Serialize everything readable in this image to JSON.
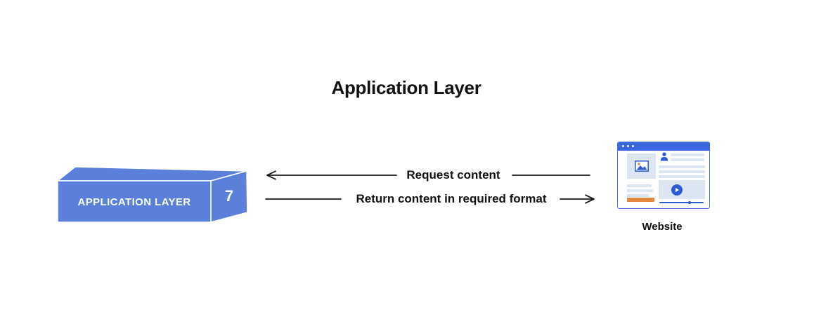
{
  "title": "Application Layer",
  "layer_box": {
    "label": "APPLICATION LAYER",
    "number": "7"
  },
  "arrows": {
    "request": {
      "label": "Request content",
      "direction": "left"
    },
    "return_format": {
      "label": "Return content in required format",
      "direction": "right"
    }
  },
  "website": {
    "label": "Website",
    "icons": {
      "window_dots": "window-dots-icon",
      "image": "image-icon",
      "user": "user-icon",
      "play": "play-icon"
    }
  },
  "colors": {
    "layer_box_blue": "#5B80DC",
    "box_edge_white": "#FFFFFF",
    "browser_header_blue": "#3A66E0",
    "browser_border_blue": "#4E7BE0",
    "icon_blue": "#2C59D6",
    "placeholder_blue": "#DCE6F3",
    "accent_orange": "#E2873C",
    "arrow_black": "#1A1A1A",
    "text_black": "#111111"
  }
}
